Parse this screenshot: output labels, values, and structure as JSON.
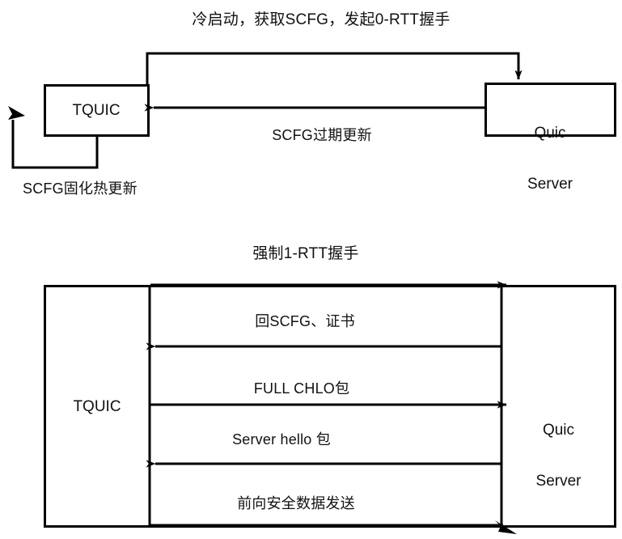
{
  "figure": {
    "type": "diagram",
    "subtype": "network-handshake-sequence",
    "background": "#ffffff",
    "stroke_color": "#000000",
    "text_color": "#111111"
  },
  "top_diagram": {
    "title": "冷启动，获取SCFG，发起0-RTT握手",
    "nodes": [
      {
        "id": "tquic",
        "label": "TQUIC"
      },
      {
        "id": "quic_server",
        "label": "Quic\nServer",
        "line1": "Quic",
        "line2": "Server"
      }
    ],
    "edges": [
      {
        "id": "cold-start-request",
        "from": "tquic",
        "to": "quic_server",
        "label": "",
        "direction": "right",
        "routing": "orthogonal-up-over-down"
      },
      {
        "id": "scfg-expiry-update",
        "from": "quic_server",
        "to": "tquic",
        "label": "SCFG过期更新",
        "direction": "left",
        "routing": "straight"
      },
      {
        "id": "scfg-hot-update-selfloop",
        "from": "tquic",
        "to": "tquic",
        "label": "SCFG固化热更新",
        "direction": "self-loop",
        "routing": "orthogonal-down-left-up"
      }
    ]
  },
  "bottom_diagram": {
    "title": "强制1-RTT握手",
    "lanes": [
      {
        "id": "tquic-lane",
        "label": "TQUIC"
      },
      {
        "id": "quic-server-lane",
        "label": "Quic\nServer",
        "line1": "Quic",
        "line2": "Server"
      }
    ],
    "messages": [
      {
        "seq": 1,
        "label": "",
        "direction": "right",
        "from": "tquic-lane",
        "to": "quic-server-lane"
      },
      {
        "seq": 2,
        "label": "回SCFG、证书",
        "direction": "left",
        "from": "quic-server-lane",
        "to": "tquic-lane"
      },
      {
        "seq": 3,
        "label": "FULL CHLO包",
        "direction": "right",
        "from": "tquic-lane",
        "to": "quic-server-lane"
      },
      {
        "seq": 4,
        "label": "Server hello 包",
        "direction": "left",
        "from": "quic-server-lane",
        "to": "tquic-lane"
      },
      {
        "seq": 5,
        "label": "前向安全数据发送",
        "direction": "right-down",
        "from": "tquic-lane",
        "to": "quic-server-lane"
      }
    ]
  }
}
